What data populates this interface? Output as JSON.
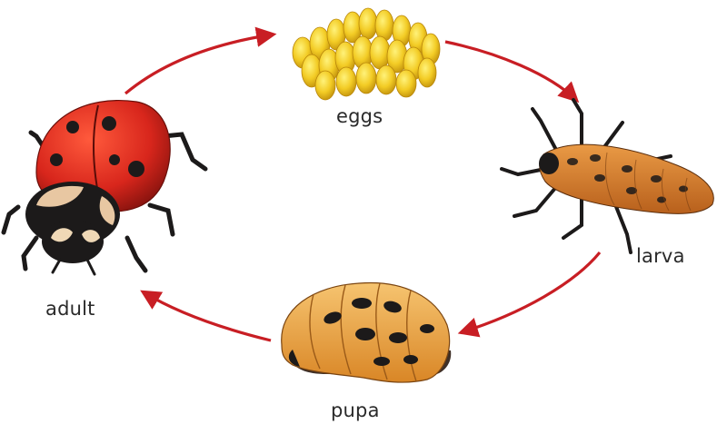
{
  "stages": {
    "eggs": {
      "label": "eggs",
      "icon": "eggs-cluster-icon"
    },
    "larva": {
      "label": "larva",
      "icon": "larva-icon"
    },
    "pupa": {
      "label": "pupa",
      "icon": "pupa-icon"
    },
    "adult": {
      "label": "adult",
      "icon": "ladybug-icon"
    }
  },
  "colors": {
    "arrow": "#c81e24",
    "ladybug_red": "#d8261c",
    "egg_yellow": "#f3cc25",
    "larva_orange": "#d57d2b",
    "pupa_orange": "#e79b3a",
    "insect_black": "#1c1a1a"
  }
}
